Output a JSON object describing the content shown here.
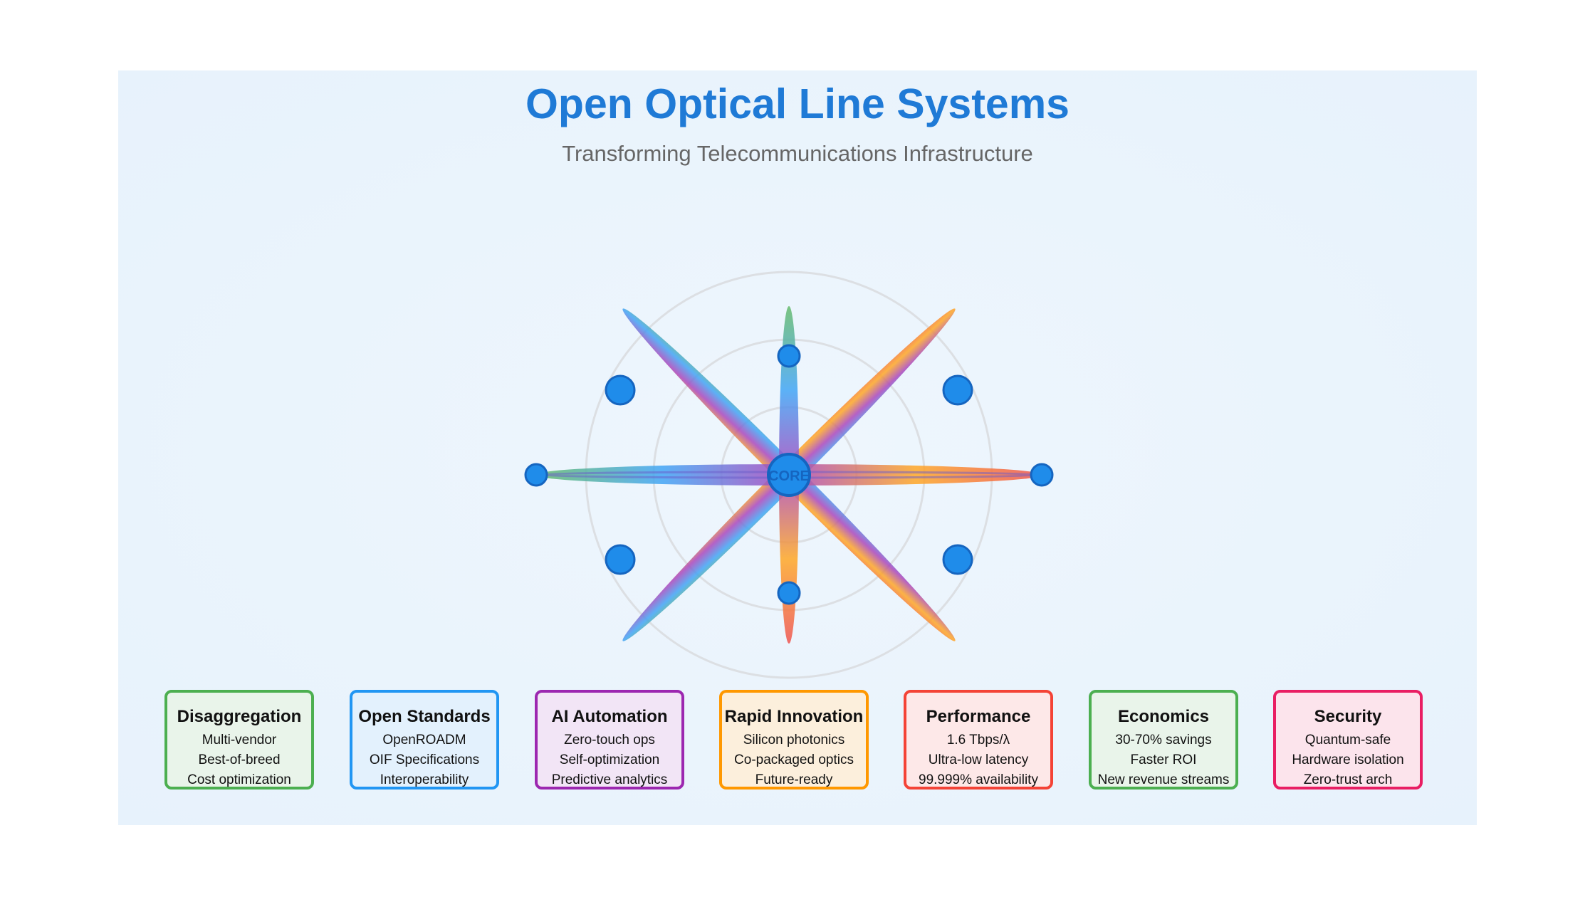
{
  "header": {
    "title": "Open Optical Line Systems",
    "subtitle": "Transforming Telecommunications Infrastructure"
  },
  "hub": {
    "label": "CORE",
    "color": "#1f8cea",
    "ring_color": "#dcdfe3"
  },
  "nodes": [
    {
      "name": "node-top"
    },
    {
      "name": "node-top-right"
    },
    {
      "name": "node-right"
    },
    {
      "name": "node-bottom-right"
    },
    {
      "name": "node-bottom"
    },
    {
      "name": "node-bottom-left"
    },
    {
      "name": "node-left"
    },
    {
      "name": "node-top-left"
    }
  ],
  "cards": [
    {
      "title": "Disaggregation",
      "lines": [
        "Multi-vendor",
        "Best-of-breed",
        "Cost optimization"
      ],
      "border": "#4caf50",
      "bg": "#e9f4ea"
    },
    {
      "title": "Open Standards",
      "lines": [
        "OpenROADM",
        "OIF Specifications",
        "Interoperability"
      ],
      "border": "#2196f3",
      "bg": "#e3f1fd"
    },
    {
      "title": "AI Automation",
      "lines": [
        "Zero-touch ops",
        "Self-optimization",
        "Predictive analytics"
      ],
      "border": "#9c27b0",
      "bg": "#f2e5f6"
    },
    {
      "title": "Rapid Innovation",
      "lines": [
        "Silicon photonics",
        "Co-packaged optics",
        "Future-ready"
      ],
      "border": "#ff9800",
      "bg": "#fcefdc"
    },
    {
      "title": "Performance",
      "lines": [
        "1.6 Tbps/λ",
        "Ultra-low latency",
        "99.999% availability"
      ],
      "border": "#f44336",
      "bg": "#fde8e8"
    },
    {
      "title": "Economics",
      "lines": [
        "30-70% savings",
        "Faster ROI",
        "New revenue streams"
      ],
      "border": "#4caf50",
      "bg": "#e9f4ea"
    },
    {
      "title": "Security",
      "lines": [
        "Quantum-safe",
        "Hardware isolation",
        "Zero-trust arch"
      ],
      "border": "#e91e63",
      "bg": "#fce4ec"
    }
  ]
}
